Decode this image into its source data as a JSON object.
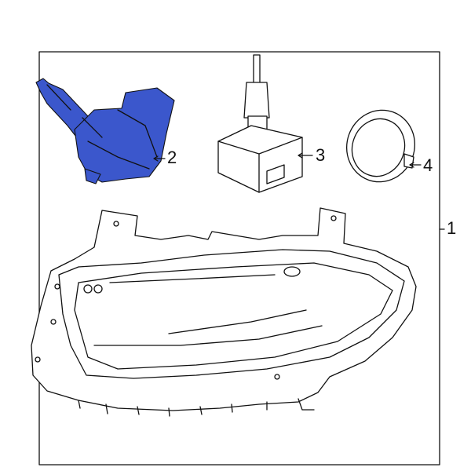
{
  "diagram": {
    "highlight_color": "#3b57cc",
    "callouts": [
      {
        "number": "1",
        "part": "headlamp-assembly"
      },
      {
        "number": "2",
        "part": "bulb",
        "highlighted": true
      },
      {
        "number": "3",
        "part": "hid-bulb-ballast"
      },
      {
        "number": "4",
        "part": "retaining-ring"
      }
    ]
  }
}
